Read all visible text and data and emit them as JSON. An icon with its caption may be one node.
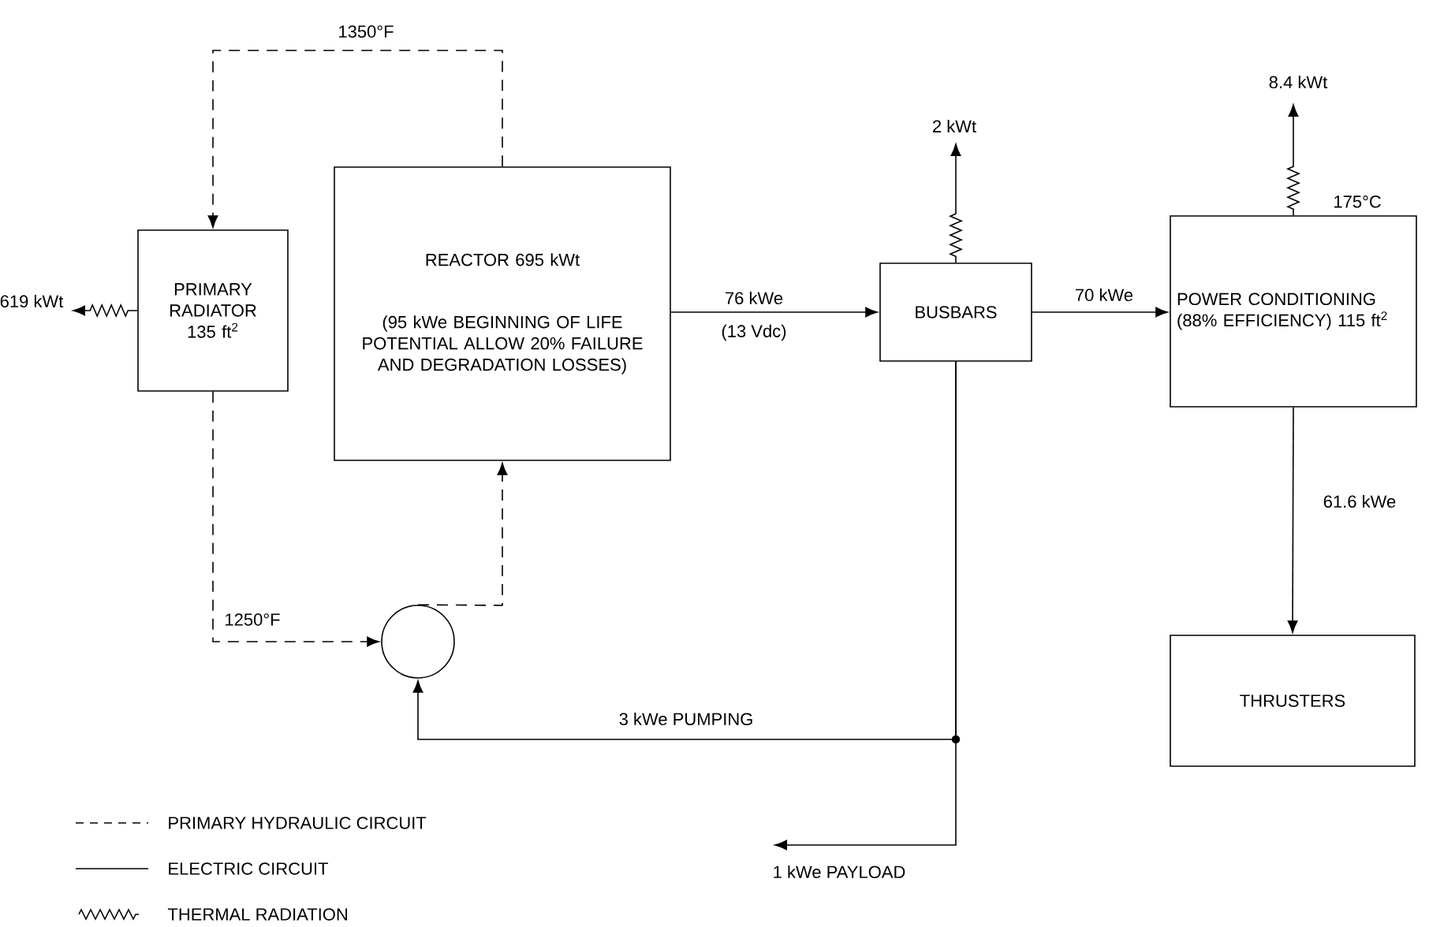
{
  "diagram": {
    "nodes": [
      {
        "text": [
          "PRIMARY RADIATOR 135 ft$^{2}$"
        ]
      },
      {
        "text": [
          "REACTOR 695 kWt",
          "(95 kWe BEGINNING OF LIFE POTENTIAL ALLOW 20% FAILURE AND DEGRADATION LOSSES)"
        ]
      },
      {
        "text": [
          "BUSBARS"
        ]
      },
      {
        "text": [
          "POWER CONDITIONING (88% EFFICIENCY) 115 ft$^{2}$"
        ],
        "beside": [
          "175°C"
        ]
      },
      {
        "text": [
          "THRUSTERS"
        ]
      },
      {
        "text": [],
        "shape": "circle"
      }
    ],
    "edges": [
      {
        "from": 1,
        "to": 0,
        "arrow": "to",
        "style": "dashed",
        "label": "1350°F"
      },
      {
        "from": 0,
        "to": 5,
        "arrow": "to",
        "style": "dashed",
        "label": "1250°F"
      },
      {
        "from": 5,
        "to": 1,
        "arrow": "to",
        "style": "dashed"
      },
      {
        "from": 1,
        "to": 2,
        "arrow": "to",
        "label": "76 kWe"
      },
      {
        "from": 2,
        "to": 3,
        "arrow": "to",
        "label": "70 kWe"
      },
      {
        "from": 3,
        "to": 4,
        "arrow": "to",
        "label": "61.6 kWe"
      },
      {
        "from": 2,
        "to": 5,
        "arrow": "to",
        "label": "3 kWe PUMPING"
      },
      {
        "from": 2,
        "to": null,
        "arrow": "to",
        "label": "1 kWe PAYLOAD"
      },
      {
        "from": 0,
        "to": null,
        "arrow": "to",
        "label": "619 kWt"
      },
      {
        "from": 2,
        "to": null,
        "arrow": "to",
        "label": "2 kWt"
      },
      {
        "from": 3,
        "to": null,
        "arrow": "to",
        "label": "8.4 kWt"
      }
    ],
    "labels": [
      "(13 Vdc)"
    ],
    "legend": [
      {
        "text": "PRIMARY HYDRAULIC CIRCUIT"
      },
      {
        "text": "ELECTRIC CIRCUIT"
      },
      {
        "text": "THERMAL RADIATION"
      }
    ]
  }
}
